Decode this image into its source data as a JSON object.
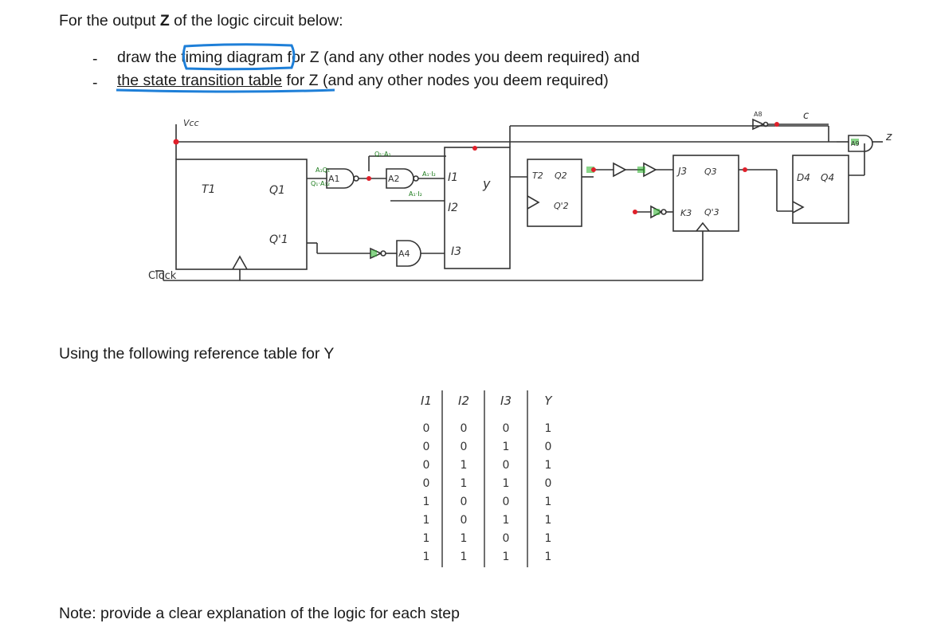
{
  "question": {
    "intro_pre": "For the output ",
    "intro_bold": "Z",
    "intro_post": " of the logic circuit below:",
    "bullet_dash": "-",
    "bullet1_pre": "draw the ",
    "bullet1_highlight": "timing diagram",
    "bullet1_post": " for Z (and any other nodes you deem required) and",
    "bullet2_underlined": "the state transition table",
    "bullet2_post": " for Z (and any other nodes you deem required)",
    "reference_caption": "Using the following reference table for Y",
    "note": "Note: provide a clear explanation of the logic for each step"
  },
  "circuit": {
    "vcc": "Vcc",
    "clock": "Clock",
    "ff1": {
      "input": "T1",
      "q": "Q1",
      "qbar": "Q'1"
    },
    "ff2": {
      "input": "T2",
      "q": "Q2",
      "qbar": "Q'2"
    },
    "ff3": {
      "input_j": "J3",
      "input_k": "K3",
      "q": "Q3",
      "qbar": "Q'3"
    },
    "ff4": {
      "input": "D4",
      "q": "Q4"
    },
    "mux": {
      "inputs": [
        "I1",
        "I2",
        "I3"
      ],
      "output": "y"
    },
    "gates": {
      "a1": "A1",
      "a2": "A2",
      "a4": "A4",
      "a8": "A8",
      "a9": "A9"
    },
    "node_labels": {
      "c": "c",
      "z": "z"
    },
    "accent_color": "#1e7fd8",
    "pen_color": "#333333",
    "junction_color": "#e0202a",
    "gate_fill_color": "#28b028"
  },
  "truth_table": {
    "headers": [
      "I1",
      "I2",
      "I3",
      "Y"
    ],
    "rows": [
      [
        "0",
        "0",
        "0",
        "1"
      ],
      [
        "0",
        "0",
        "1",
        "0"
      ],
      [
        "0",
        "1",
        "0",
        "1"
      ],
      [
        "0",
        "1",
        "1",
        "0"
      ],
      [
        "1",
        "0",
        "0",
        "1"
      ],
      [
        "1",
        "0",
        "1",
        "1"
      ],
      [
        "1",
        "1",
        "0",
        "1"
      ],
      [
        "1",
        "1",
        "1",
        "1"
      ]
    ]
  }
}
